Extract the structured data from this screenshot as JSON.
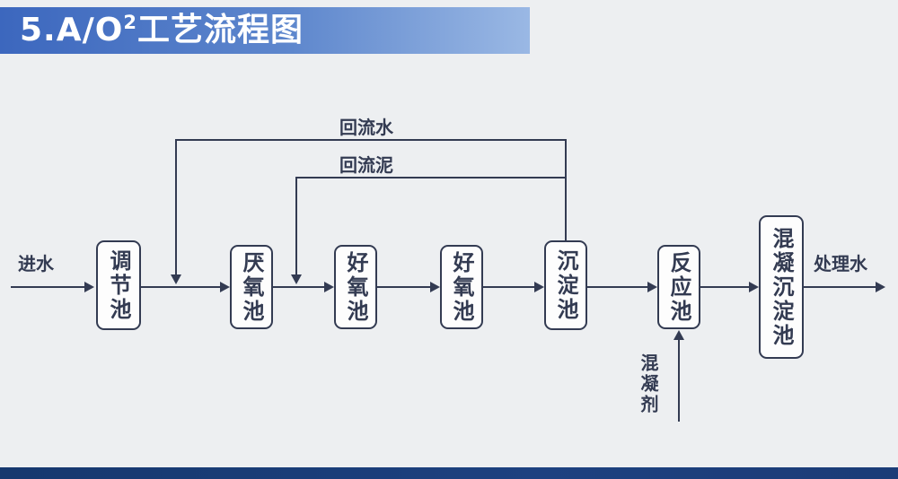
{
  "title": {
    "prefix": "5.A/O",
    "sup": "2",
    "suffix": "工艺流程图"
  },
  "colors": {
    "banner_gradient_start": "#3c67be",
    "banner_gradient_end": "#9ab8e4",
    "diagram_line": "#333b52",
    "node_fill": "#fdfdfd",
    "background": "#edeff1",
    "bottom_bar": "#1d4180",
    "title_text": "#ffffff"
  },
  "flow": {
    "inlet_label": "进水",
    "outlet_label": "处理水",
    "return_water_label": "回流水",
    "return_sludge_label": "回流泥",
    "coagulant_label": "混凝剂",
    "nodes": [
      {
        "label": "调节池"
      },
      {
        "label": "厌氧池"
      },
      {
        "label": "好氧池"
      },
      {
        "label": "好氧池"
      },
      {
        "label": "沉淀池"
      },
      {
        "label": "反应池"
      },
      {
        "label": "混凝沉淀池"
      }
    ]
  }
}
